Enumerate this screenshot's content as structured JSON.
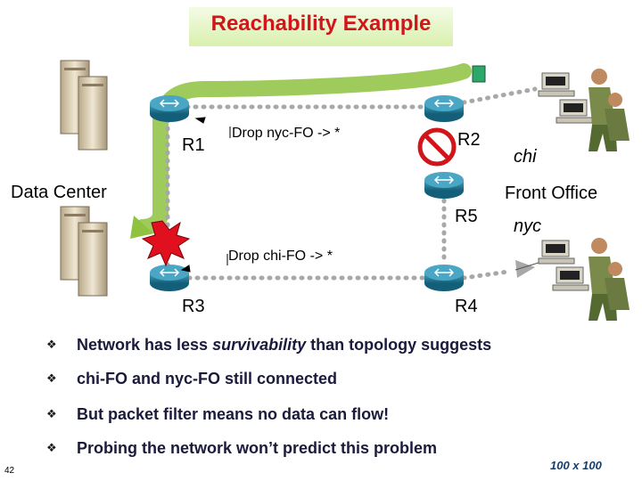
{
  "title": "Reachability Example",
  "labels": {
    "r1": "R1",
    "r2": "R2",
    "r3": "R3",
    "r4": "R4",
    "r5": "R5",
    "data_center": "Data Center",
    "front_office": "Front Office",
    "chi": "chi",
    "nyc": "nyc",
    "filter_r1": "Drop nyc-FO -> *",
    "filter_r3": "Drop chi-FO -> *"
  },
  "bullets": [
    {
      "mark": "❖",
      "text_before": "Network has less ",
      "text_italic": "survivability",
      "text_after": " than topology suggests"
    },
    {
      "mark": "❖",
      "text": "chi-FO and nyc-FO still connected"
    },
    {
      "mark": "❖",
      "text": "But packet filter means no data can flow!"
    },
    {
      "mark": "❖",
      "text": "Probing the network won’t predict this problem"
    }
  ],
  "page_number": "42",
  "logo_text": "100 x 100",
  "colors": {
    "title": "#d0151b",
    "path_green": "#8ec23f",
    "router": "#1f7f9a",
    "link_dots": "#a8a8a8",
    "prohibit": "#d0151b",
    "burst": "#e0101e"
  }
}
